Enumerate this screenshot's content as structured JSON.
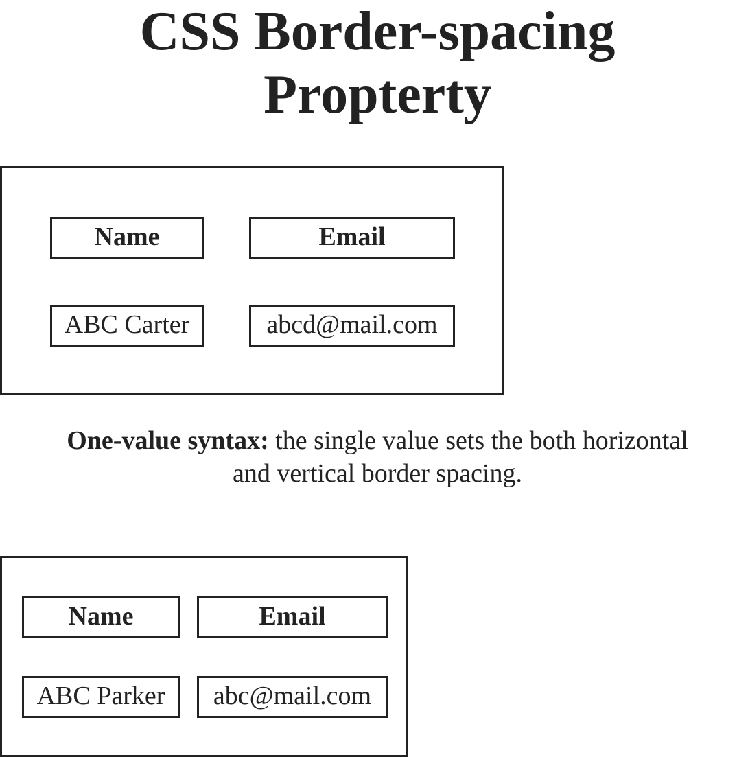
{
  "page_title": {
    "line1": "CSS Border-spacing",
    "line2": "Propterty"
  },
  "table1": {
    "headers": [
      "Name",
      "Email"
    ],
    "rows": [
      [
        "ABC Carter",
        "abcd@mail.com"
      ]
    ]
  },
  "description": {
    "label": "One-value syntax:",
    "text_line1": " the single value sets the both horizontal",
    "text_line2": "and vertical border spacing."
  },
  "table2": {
    "headers": [
      "Name",
      "Email"
    ],
    "rows": [
      [
        "ABC Parker",
        "abc@mail.com"
      ]
    ]
  }
}
